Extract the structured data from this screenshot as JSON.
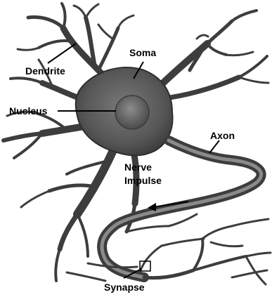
{
  "diagram": {
    "labels": {
      "dendrite": "Dendrite",
      "soma": "Soma",
      "nucleus": "Nucleus",
      "axon": "Axon",
      "nerve_impulse_line1": "Nerve",
      "nerve_impulse_line2": "Impulse",
      "synapse": "Synapse"
    },
    "colors": {
      "neuron_fill": "#5b5b5b",
      "neuron_outline": "#2e2e2e",
      "label_text": "#000000",
      "background": "#ffffff"
    }
  }
}
